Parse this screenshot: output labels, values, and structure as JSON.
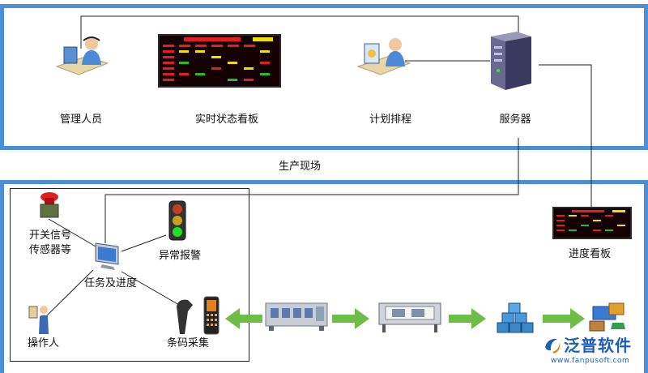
{
  "top_section": {
    "nodes": {
      "manager": "管理人员",
      "realtime_board": "实时状态看板",
      "planning": "计划排程",
      "server": "服务器"
    }
  },
  "site_label": "生产现场",
  "bottom_section": {
    "nodes": {
      "switch_sensor": "开关信号\n传感器等",
      "alarm": "异常报警",
      "task_progress": "任务及进度",
      "operator": "操作人",
      "barcode": "条码采集",
      "progress_board": "进度看板"
    }
  },
  "brand": {
    "name": "泛普软件",
    "url": "www.fanpusoft.com"
  },
  "colors": {
    "frame_blue": "#4a8fd8",
    "arrow_green": "#6cbe45",
    "board_red": "#e02020",
    "board_yellow": "#f0e000",
    "board_green": "#20c020",
    "brand_blue": "#1d5fb8"
  }
}
